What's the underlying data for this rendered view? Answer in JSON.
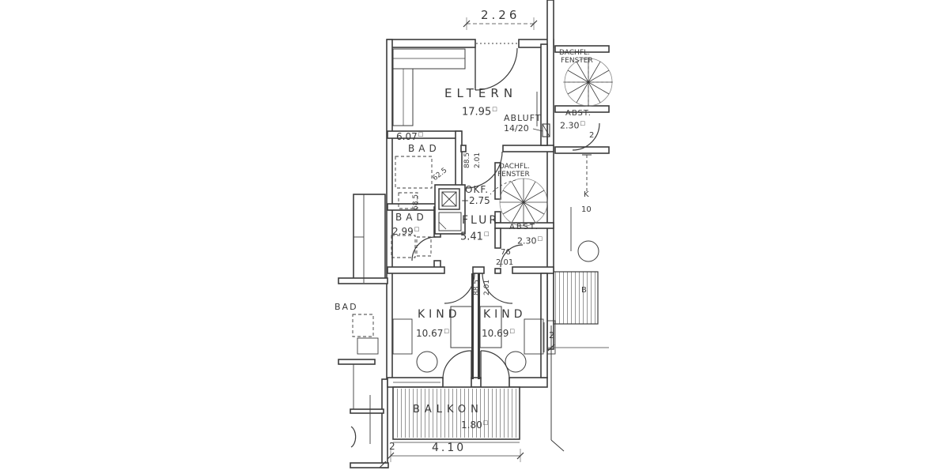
{
  "colors": {
    "ink": "#3c3c3c",
    "light_ink": "#8a8a8a",
    "paper": "#ffffff"
  },
  "unit_mark": "□",
  "dimensions": {
    "top_width": "2.26",
    "balcony_width": "4.10",
    "balcony_left_offset": "2",
    "neighbor_bottom_offset": "2",
    "flur_door_width": "88.5",
    "flur_door_height": "2.01",
    "eltern_door_leaf": "62.5",
    "shaft_width": "68.5",
    "abst_door_width": "76",
    "abst_door_height": "2.01",
    "kind_door_width": "88.5",
    "kind_door_height": "2.01"
  },
  "rooms": {
    "eltern": {
      "name": "ELTERN",
      "area": "17.95"
    },
    "bad_top": {
      "name": "BAD",
      "area": "6.07"
    },
    "bad_bottom": {
      "name": "BAD",
      "area": "2.99"
    },
    "flur": {
      "name": "FLUR",
      "area": "5.41"
    },
    "abst_mid": {
      "name": "ABST.",
      "area": "2.30"
    },
    "kind_left": {
      "name": "KIND",
      "area": "10.67"
    },
    "kind_right": {
      "name": "KIND",
      "area": "10.69"
    },
    "balkon": {
      "name": "BALKON",
      "area": "1.80"
    }
  },
  "annotations": {
    "abluft_line1": "ABLUFT",
    "abluft_line2": "14/20",
    "okf_line1": "OKF.",
    "okf_line2": "+2.75",
    "roof_window_line1": "DACHFL.",
    "roof_window_line2": "FENSTER"
  },
  "neighbor_right": {
    "roof_window_line1": "DACHFL.",
    "roof_window_line2": "FENSTER",
    "abst_name": "ABST.",
    "abst_area": "2.30",
    "dim_partial": "2.",
    "kind_partial_line1": "K",
    "kind_partial_line2": "10",
    "balkon_partial": "B"
  },
  "neighbor_left": {
    "bad_name": "BAD"
  }
}
